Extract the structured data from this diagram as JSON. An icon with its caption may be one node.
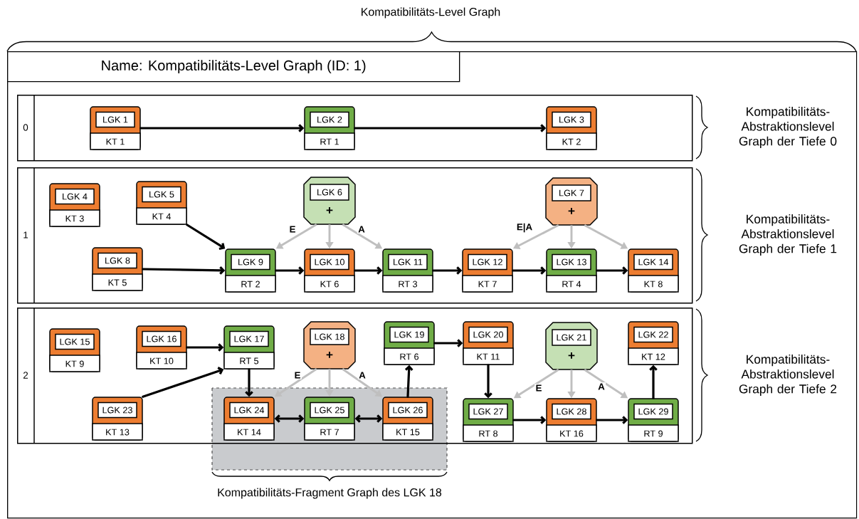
{
  "diagram": {
    "title": "Kompatibilitäts-Level Graph",
    "nodes": [
      {
        "text": [],
        "shape": "box"
      },
      {
        "text": [
          "Name: Kompatibilitäts-Level Graph (ID: 1)"
        ],
        "in": 0
      },
      {
        "text": [
          "0"
        ],
        "in": 0,
        "beside": [
          "Kompatibilitäts-Abstraktionslevel Graph der Tiefe 0"
        ]
      },
      {
        "text": [
          "1"
        ],
        "in": 0,
        "beside": [
          "Kompatibilitäts-Abstraktionslevel Graph der Tiefe 1"
        ]
      },
      {
        "text": [
          "2"
        ],
        "in": 0,
        "beside": [
          "Kompatibilitäts-Abstraktionslevel Graph der Tiefe 2"
        ]
      },
      {
        "text": [
          "LGK 1",
          "KT 1"
        ],
        "in": 2
      },
      {
        "text": [
          "LGK 2",
          "RT 1"
        ],
        "in": 2
      },
      {
        "text": [
          "LGK 3",
          "KT 2"
        ],
        "in": 2
      },
      {
        "text": [
          "LGK 4",
          "KT 3"
        ],
        "in": 3
      },
      {
        "text": [
          "LGK 5",
          "KT 4"
        ],
        "in": 3
      },
      {
        "text": [
          "LGK 6",
          "+"
        ],
        "in": 3
      },
      {
        "text": [
          "LGK 7",
          "+"
        ],
        "in": 3
      },
      {
        "text": [
          "LGK 8",
          "KT 5"
        ],
        "in": 3
      },
      {
        "text": [
          "LGK 9",
          "RT 2"
        ],
        "in": 3
      },
      {
        "text": [
          "LGK 10",
          "KT 6"
        ],
        "in": 3
      },
      {
        "text": [
          "LGK 11",
          "RT 3"
        ],
        "in": 3
      },
      {
        "text": [
          "LGK 12",
          "KT 7"
        ],
        "in": 3
      },
      {
        "text": [
          "LGK 13",
          "RT 4"
        ],
        "in": 3
      },
      {
        "text": [
          "LGK 14",
          "KT 8"
        ],
        "in": 3
      },
      {
        "text": [
          "LGK 15",
          "KT 9"
        ],
        "in": 4
      },
      {
        "text": [
          "LGK 16",
          "KT 10"
        ],
        "in": 4
      },
      {
        "text": [
          "LGK 17",
          "RT 5"
        ],
        "in": 4
      },
      {
        "text": [
          "LGK 18",
          "+"
        ],
        "in": 4
      },
      {
        "text": [
          "LGK 19",
          "RT 6"
        ],
        "in": 4
      },
      {
        "text": [
          "LGK 20",
          "KT 11"
        ],
        "in": 4
      },
      {
        "text": [
          "LGK 21",
          "+"
        ],
        "in": 4
      },
      {
        "text": [
          "LGK 22",
          "KT 12"
        ],
        "in": 4
      },
      {
        "text": [
          "LGK 23",
          "KT 13"
        ],
        "in": 4
      },
      {
        "text": [
          "LGK 24",
          "KT 14"
        ],
        "in": 4
      },
      {
        "text": [
          "LGK 25",
          "RT 7"
        ],
        "in": 4
      },
      {
        "text": [
          "LGK 26",
          "KT 15"
        ],
        "in": 4
      },
      {
        "text": [
          "LGK 27",
          "RT 8"
        ],
        "in": 4
      },
      {
        "text": [
          "LGK 28",
          "KT 16"
        ],
        "in": 4
      },
      {
        "text": [
          "LGK 29",
          "RT 9"
        ],
        "in": 4
      }
    ],
    "edges": [
      {
        "from": 5,
        "to": 6,
        "arrow": "to"
      },
      {
        "from": 6,
        "to": 7,
        "arrow": "to"
      },
      {
        "from": 9,
        "to": 13,
        "arrow": "to"
      },
      {
        "from": 12,
        "to": 13,
        "arrow": "to"
      },
      {
        "from": 13,
        "to": 14,
        "arrow": "to"
      },
      {
        "from": 14,
        "to": 15,
        "arrow": "to"
      },
      {
        "from": 15,
        "to": 16,
        "arrow": "to"
      },
      {
        "from": 16,
        "to": 17,
        "arrow": "to"
      },
      {
        "from": 17,
        "to": 18,
        "arrow": "to"
      },
      {
        "from": 10,
        "to": 13,
        "arrow": "to",
        "label": "E",
        "color": "#bfbfbf"
      },
      {
        "from": 10,
        "to": 14,
        "arrow": "to",
        "color": "#bfbfbf"
      },
      {
        "from": 10,
        "to": 15,
        "arrow": "to",
        "label": "A",
        "color": "#bfbfbf"
      },
      {
        "from": 11,
        "to": 16,
        "arrow": "to",
        "label": "E|A",
        "color": "#bfbfbf"
      },
      {
        "from": 11,
        "to": 17,
        "arrow": "to",
        "color": "#bfbfbf"
      },
      {
        "from": 11,
        "to": 18,
        "arrow": "to",
        "color": "#bfbfbf"
      },
      {
        "from": 20,
        "to": 21,
        "arrow": "to"
      },
      {
        "from": 27,
        "to": 21,
        "arrow": "to"
      },
      {
        "from": 21,
        "to": 28,
        "arrow": "to"
      },
      {
        "from": 28,
        "to": 29,
        "arrow": "both"
      },
      {
        "from": 29,
        "to": 30,
        "arrow": "both"
      },
      {
        "from": 30,
        "to": 23,
        "arrow": "to"
      },
      {
        "from": 23,
        "to": 24,
        "arrow": "to"
      },
      {
        "from": 24,
        "to": 31,
        "arrow": "to"
      },
      {
        "from": 31,
        "to": 32,
        "arrow": "to"
      },
      {
        "from": 32,
        "to": 33,
        "arrow": "to"
      },
      {
        "from": 33,
        "to": 26,
        "arrow": "to"
      },
      {
        "from": 22,
        "to": 28,
        "arrow": "to",
        "label": "E",
        "color": "#bfbfbf"
      },
      {
        "from": 22,
        "to": 29,
        "arrow": "to",
        "color": "#bfbfbf"
      },
      {
        "from": 22,
        "to": 30,
        "arrow": "to",
        "label": "A",
        "color": "#bfbfbf"
      },
      {
        "from": 25,
        "to": 31,
        "arrow": "to",
        "label": "E",
        "color": "#bfbfbf"
      },
      {
        "from": 25,
        "to": 32,
        "arrow": "to",
        "color": "#bfbfbf"
      },
      {
        "from": 25,
        "to": 33,
        "arrow": "to",
        "label": "A",
        "color": "#bfbfbf"
      }
    ],
    "labels": [
      "Kompatibilitäts-Fragment Graph des LGK 18"
    ]
  }
}
